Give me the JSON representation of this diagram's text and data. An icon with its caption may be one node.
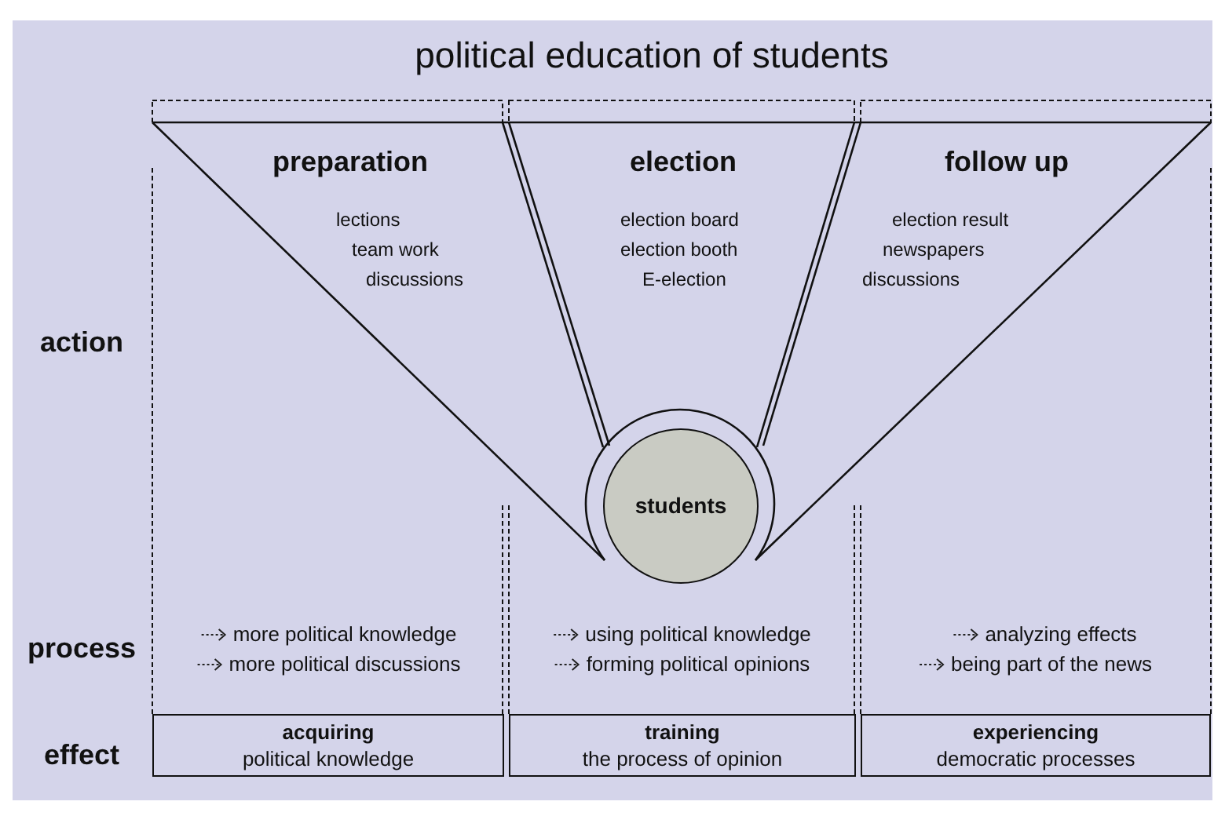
{
  "diagram": {
    "title": "political education of students",
    "nodes": [
      {
        "text": [
          "preparation",
          "lections",
          "team work",
          "discussions"
        ]
      },
      {
        "text": [
          "election",
          "election board",
          "election booth",
          "E-election"
        ]
      },
      {
        "text": [
          "follow up",
          "election result",
          "newspapers",
          "discussions"
        ]
      },
      {
        "text": [
          "students"
        ]
      },
      {
        "text": [
          "acquiring",
          "political knowledge"
        ]
      },
      {
        "text": [
          "training",
          "the process of opinion"
        ]
      },
      {
        "text": [
          "experiencing",
          "democratic processes"
        ]
      }
    ],
    "labels": [
      "action",
      "process",
      "more political knowledge",
      "using political knowledge",
      "analyzing effects",
      "more political discussions",
      "forming political opinions",
      "being part of the news",
      "effect"
    ]
  }
}
